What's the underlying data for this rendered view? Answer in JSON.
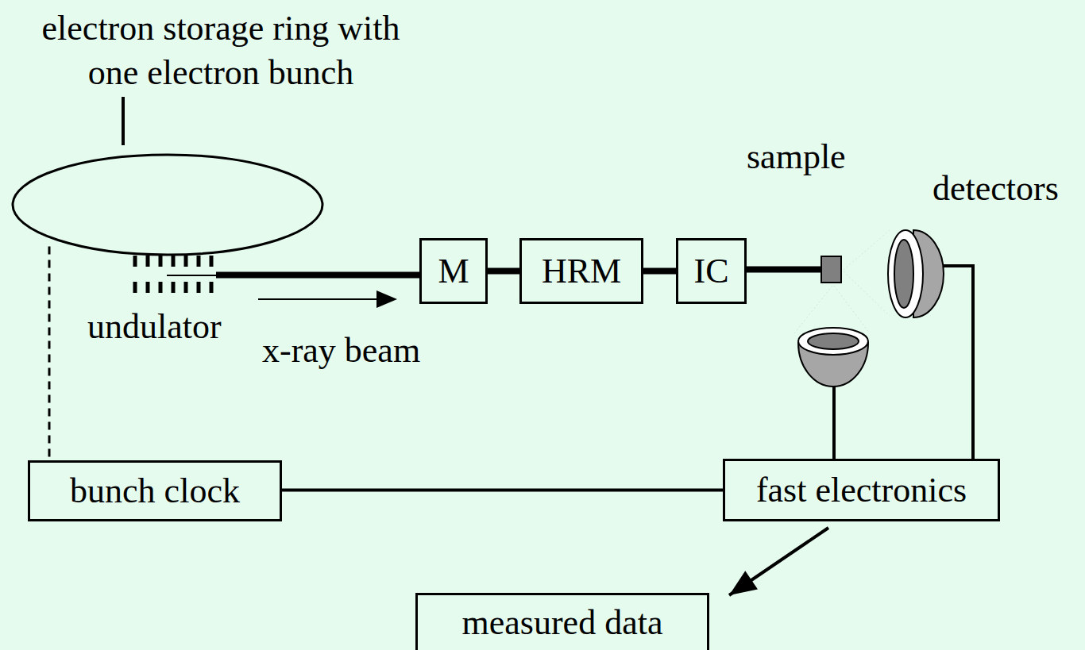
{
  "diagram": {
    "nodes": [
      {
        "text": [
          "electron storage ring with one electron bunch"
        ]
      },
      {
        "text": [
          "M"
        ]
      },
      {
        "text": [
          "HRM"
        ]
      },
      {
        "text": [
          "IC"
        ]
      },
      {
        "text": [
          "sample"
        ]
      },
      {
        "text": [
          "bunch clock"
        ]
      },
      {
        "text": [
          "fast electronics"
        ]
      },
      {
        "text": [
          "measured data"
        ]
      }
    ],
    "edges": [
      {
        "from": 0,
        "to": 1,
        "arrow": "none"
      },
      {
        "from": 1,
        "to": 2,
        "arrow": "none"
      },
      {
        "from": 2,
        "to": 3,
        "arrow": "none"
      },
      {
        "from": 3,
        "to": 4,
        "arrow": "none"
      },
      {
        "from": 0,
        "to": 5,
        "arrow": "none"
      },
      {
        "from": 5,
        "to": 6,
        "arrow": "none"
      },
      {
        "from": 6,
        "to": 7,
        "arrow": "to"
      }
    ],
    "labels": [
      "undulator",
      "x-ray beam",
      "detectors"
    ]
  }
}
